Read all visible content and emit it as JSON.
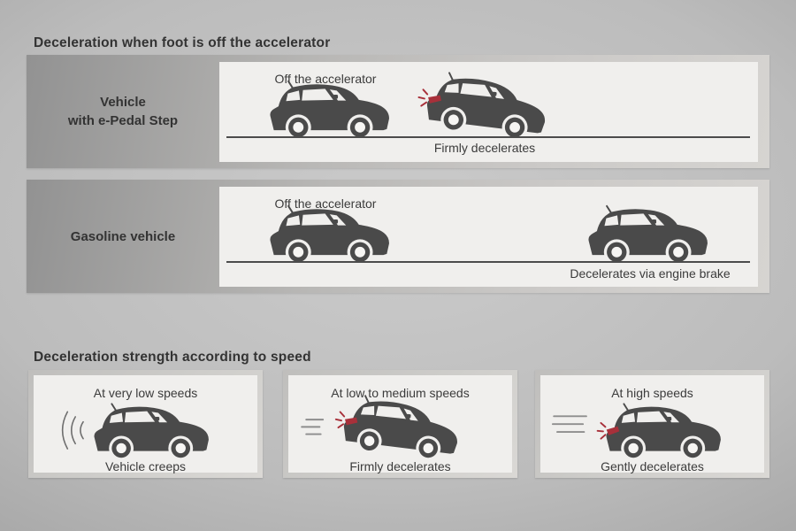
{
  "colors": {
    "car_body": "#4a4a4a",
    "brake_red": "#a8303a",
    "panel_inner": "#f0efed",
    "text": "#3b3b3b"
  },
  "section_top": {
    "title": "Deceleration when foot is off the accelerator",
    "rows": [
      {
        "label": "Vehicle\nwith e-Pedal Step",
        "caption_top": "Off the accelerator",
        "caption_bottom": "Firmly decelerates",
        "icons": [
          "coasting-car",
          "braking-car-nose-down"
        ]
      },
      {
        "label": "Gasoline vehicle",
        "caption_top": "Off the accelerator",
        "caption_bottom": "Decelerates via engine brake",
        "icons": [
          "coasting-car",
          "coasting-car"
        ]
      }
    ]
  },
  "section_bottom": {
    "title": "Deceleration strength according to speed",
    "cards": [
      {
        "caption_top": "At very low speeds",
        "caption_bottom": "Vehicle creeps",
        "icon": "creeping-car-with-sound-waves"
      },
      {
        "caption_top": "At low to medium speeds",
        "caption_bottom": "Firmly decelerates",
        "icon": "braking-car-with-short-speed-lines"
      },
      {
        "caption_top": "At high speeds",
        "caption_bottom": "Gently decelerates",
        "icon": "braking-car-with-long-speed-lines"
      }
    ]
  }
}
